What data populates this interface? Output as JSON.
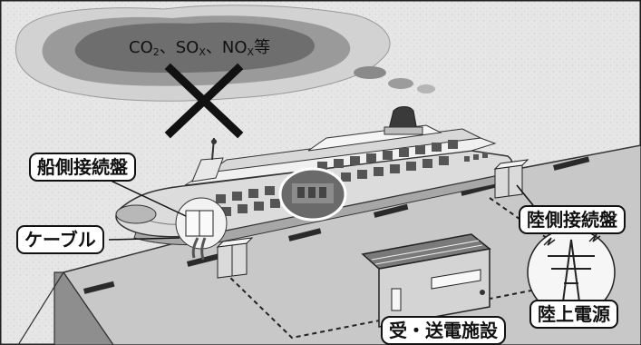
{
  "emissions": {
    "co2_main": "CO",
    "co2_sub": "2",
    "sep1": "、",
    "sox_main": "SO",
    "sox_sub": "X",
    "sep2": "、",
    "nox_main": "NO",
    "nox_sub": "X",
    "suffix": "等"
  },
  "labels": {
    "ship_panel": "船側接続盤",
    "cable": "ケーブル",
    "shore_panel": "陸側接続盤",
    "substation": "受・送電施設",
    "shore_power": "陸上電源"
  }
}
